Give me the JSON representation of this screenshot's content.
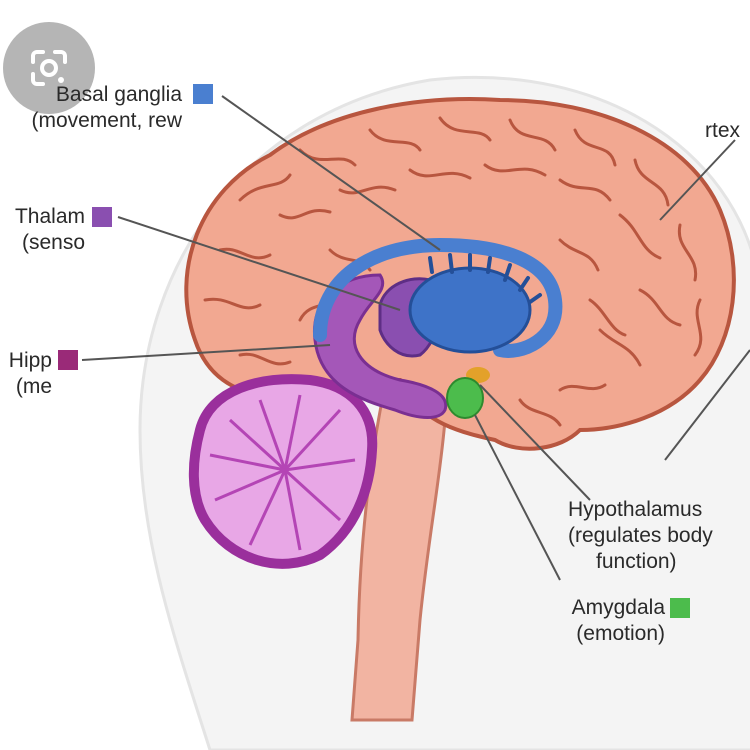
{
  "labels": {
    "basal_ganglia": {
      "title": "Basal ganglia",
      "detail": "(movement, rew"
    },
    "thalamus": {
      "title": "Thalam",
      "detail": "(senso"
    },
    "hippocampus": {
      "title": "Hipp",
      "detail": "(me"
    },
    "cortex": {
      "title": "rtex"
    },
    "hypothalamus": {
      "title": "Hypothalamus",
      "detail": "(regulates body",
      "detail2": "function)"
    },
    "amygdala": {
      "title": "Amygdala",
      "detail": "(emotion)"
    }
  },
  "colors": {
    "basal_ganglia": "#4a7fd0",
    "thalamus": "#8a4fb0",
    "hippocampus": "#9a2a78",
    "amygdala": "#4cbc4c",
    "hypothalamus": "#e3a12a",
    "brain": "#f0a28e",
    "brain_outline": "#b8563f",
    "cerebellum": "#c65cc7",
    "head": "#f3f3f3"
  },
  "icons": {
    "lens": "google-lens-icon"
  }
}
